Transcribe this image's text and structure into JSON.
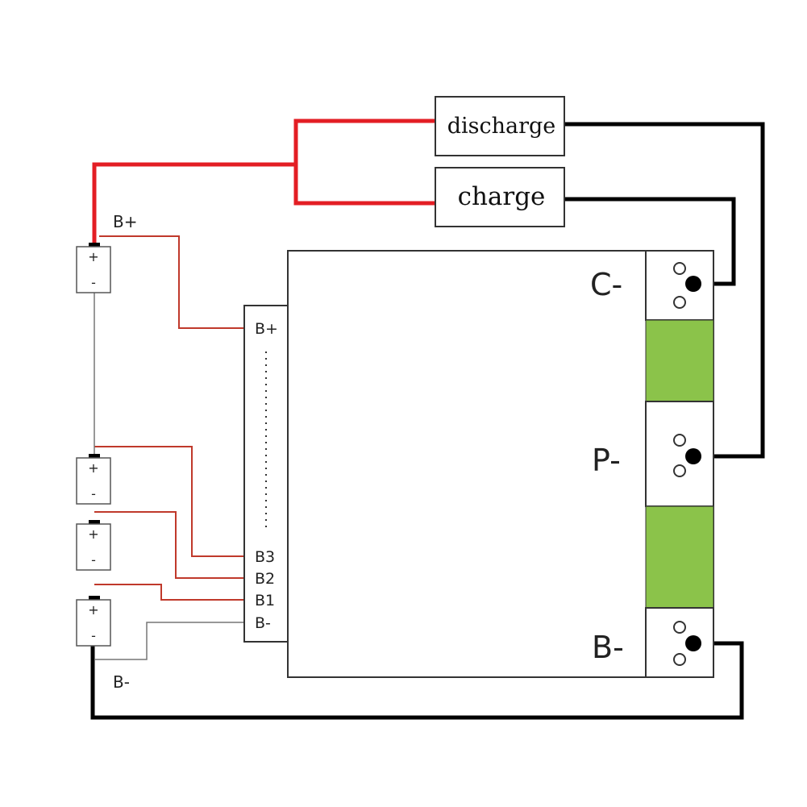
{
  "labels": {
    "discharge": "discharge",
    "charge": "charge",
    "b_plus_top": "B+",
    "b_minus_bottom": "B-",
    "connector_b_plus": "B+",
    "connector_b3": "B3",
    "connector_b2": "B2",
    "connector_b1": "B1",
    "connector_b_minus": "B-",
    "terminal_c_minus": "C-",
    "terminal_p_minus": "P-",
    "terminal_b_minus": "B-",
    "cell_plus": "+",
    "cell_minus": "-"
  },
  "colors": {
    "red_wire": "#e31e24",
    "thin_red_wire": "#c0392b",
    "black_wire": "#000000",
    "green_heatsink": "#8bc34a",
    "outline": "#333333"
  }
}
